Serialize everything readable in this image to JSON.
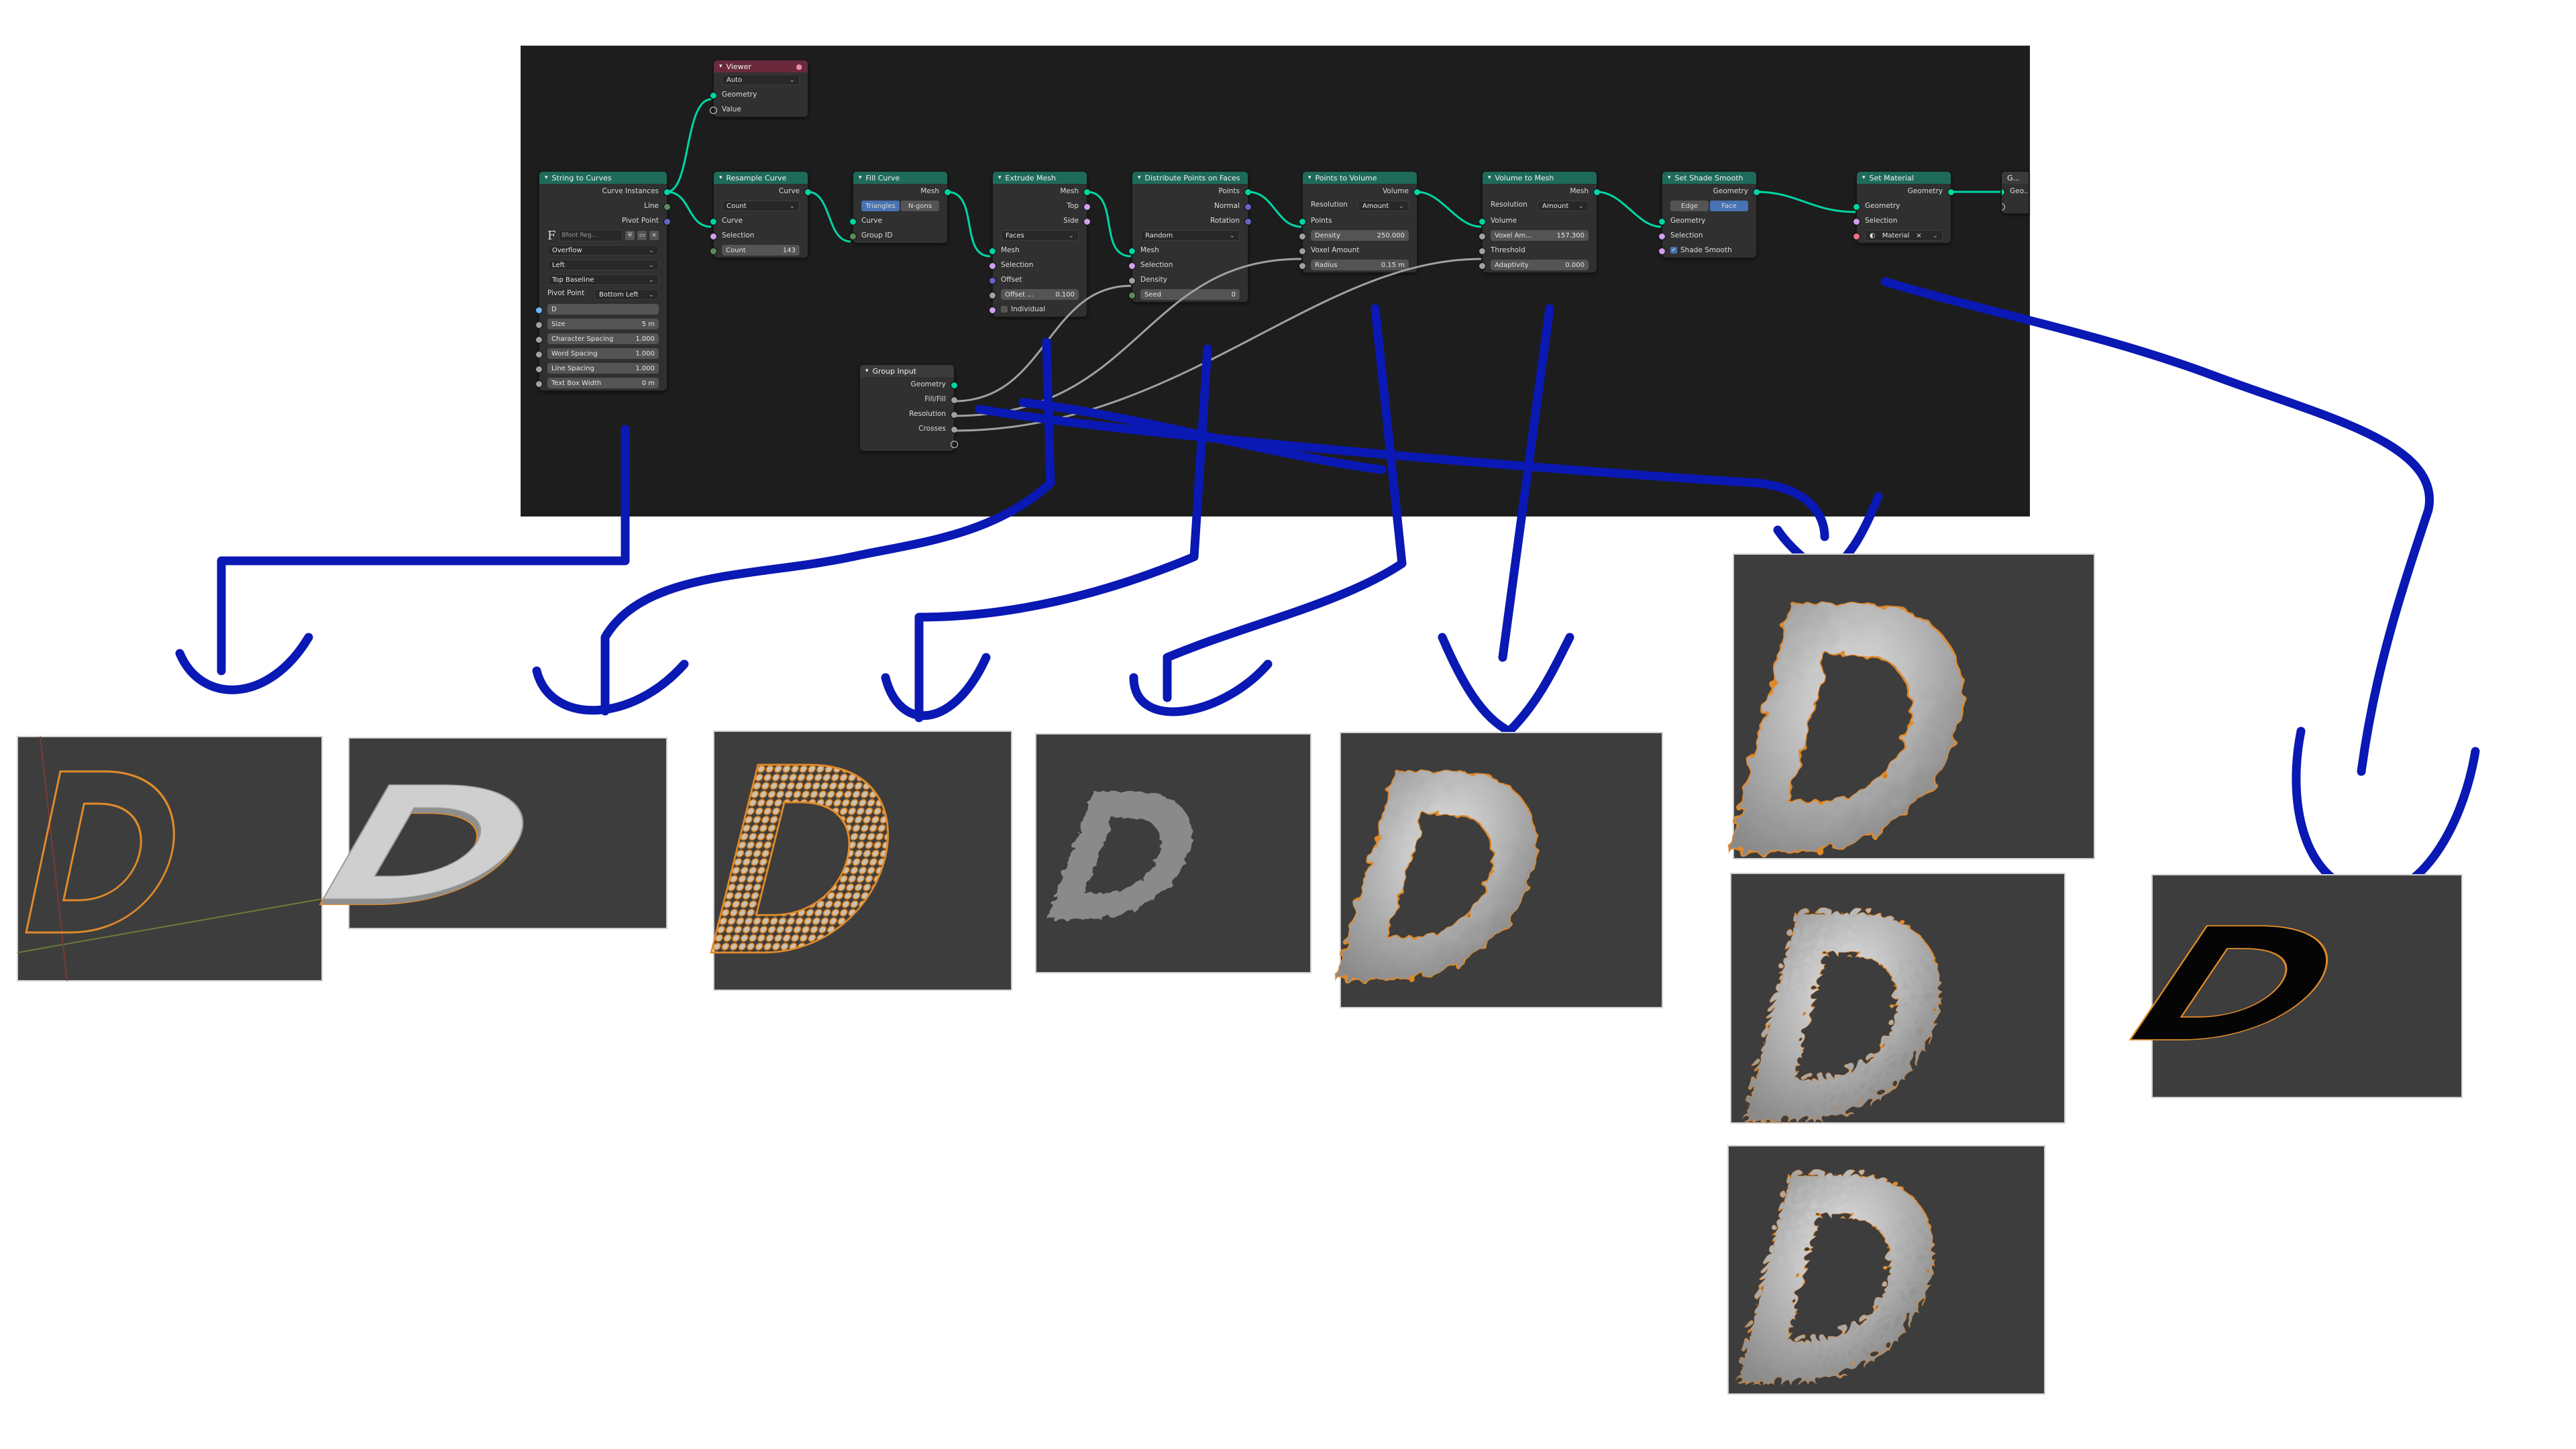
{
  "nodes": {
    "string_to_curves": {
      "title": "String to Curves",
      "outputs": [
        "Curve Instances",
        "Line",
        "Pivot Point"
      ],
      "font_field": "Bfont Reg...",
      "overflow": "Overflow",
      "align_x": "Left",
      "align_y": "Top Baseline",
      "pivot_label": "Pivot Point",
      "pivot_value": "Bottom Left",
      "string_value": "D",
      "size_label": "Size",
      "size_value": "5 m",
      "char_spacing_label": "Character Spacing",
      "char_spacing_value": "1.000",
      "word_spacing_label": "Word Spacing",
      "word_spacing_value": "1.000",
      "line_spacing_label": "Line Spacing",
      "line_spacing_value": "1.000",
      "text_box_label": "Text Box Width",
      "text_box_value": "0 m"
    },
    "viewer": {
      "title": "Viewer",
      "domain": "Auto",
      "inputs": [
        "Geometry",
        "Value"
      ]
    },
    "resample_curve": {
      "title": "Resample Curve",
      "output": "Curve",
      "mode": "Count",
      "inputs": [
        "Curve",
        "Selection"
      ],
      "count_label": "Count",
      "count_value": "143"
    },
    "fill_curve": {
      "title": "Fill Curve",
      "output": "Mesh",
      "mode_a": "Triangles",
      "mode_b": "N-gons",
      "inputs": [
        "Curve",
        "Group ID"
      ]
    },
    "extrude_mesh": {
      "title": "Extrude Mesh",
      "outputs": [
        "Mesh",
        "Top",
        "Side"
      ],
      "mode": "Faces",
      "inputs": [
        "Mesh",
        "Selection",
        "Offset"
      ],
      "offset_label": "Offset ...",
      "offset_value": "0.100",
      "individual_label": "Individual"
    },
    "distribute_points": {
      "title": "Distribute Points on Faces",
      "outputs": [
        "Points",
        "Normal",
        "Rotation"
      ],
      "mode": "Random",
      "inputs": [
        "Mesh",
        "Selection",
        "Density"
      ],
      "seed_label": "Seed",
      "seed_value": "0"
    },
    "points_to_volume": {
      "title": "Points to Volume",
      "output": "Volume",
      "res_label": "Resolution",
      "res_mode": "Amount",
      "points_label": "Points",
      "density_label": "Density",
      "density_value": "250.000",
      "voxel_label": "Voxel Amount",
      "radius_label": "Radius",
      "radius_value": "0.15 m"
    },
    "volume_to_mesh": {
      "title": "Volume to Mesh",
      "output": "Mesh",
      "res_label": "Resolution",
      "res_mode": "Amount",
      "volume_label": "Volume",
      "voxel_label": "Voxel Am...",
      "voxel_value": "157.300",
      "threshold_label": "Threshold",
      "adaptivity_label": "Adaptivity",
      "adaptivity_value": "0.000"
    },
    "set_shade_smooth": {
      "title": "Set Shade Smooth",
      "output": "Geometry",
      "mode_a": "Edge",
      "mode_b": "Face",
      "inputs": [
        "Geometry",
        "Selection"
      ],
      "smooth_label": "Shade Smooth"
    },
    "set_material": {
      "title": "Set Material",
      "output": "Geometry",
      "inputs": [
        "Geometry",
        "Selection"
      ],
      "material_label": "Material"
    },
    "group_output": {
      "title": "G...",
      "input": "Geo..."
    },
    "group_input": {
      "title": "Group Input",
      "outputs": [
        "Geometry",
        "Fill/Fill",
        "Resolution",
        "Crosses"
      ]
    }
  },
  "previews": {
    "letter": "D",
    "stages": [
      "curve-outline",
      "filled-solid",
      "extruded-points",
      "flat-distributed",
      "volume-smooth",
      "mesh-high-res",
      "mesh-medium-res",
      "mesh-low-res",
      "material-black"
    ]
  },
  "colors": {
    "editor_bg": "#1d1d1d",
    "node_bg": "#303030",
    "geometry_header": "#1f6b5a",
    "viewer_header": "#6a2a3c",
    "annotation_stroke": "#0a18b4",
    "viewport_bg": "#3d3d3d",
    "selection_outline": "#e08a2a"
  }
}
